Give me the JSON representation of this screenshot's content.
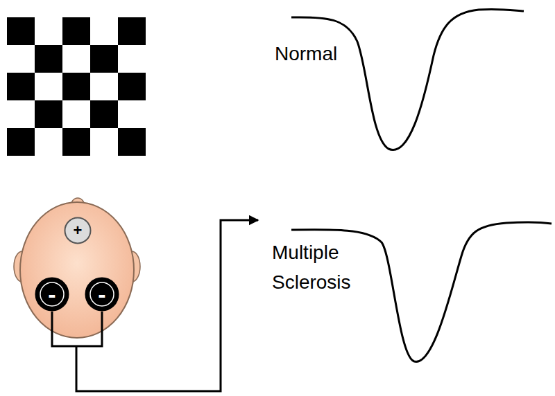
{
  "diagram": {
    "nodes": [
      {
        "text": [
          "+"
        ]
      },
      {
        "text": [
          "-"
        ]
      },
      {
        "text": [
          "-"
        ]
      }
    ],
    "edges": [
      {
        "from": 1,
        "to": 2,
        "arrow": "none"
      }
    ],
    "labels": [
      "Normal",
      "Multiple Sclerosis"
    ]
  }
}
